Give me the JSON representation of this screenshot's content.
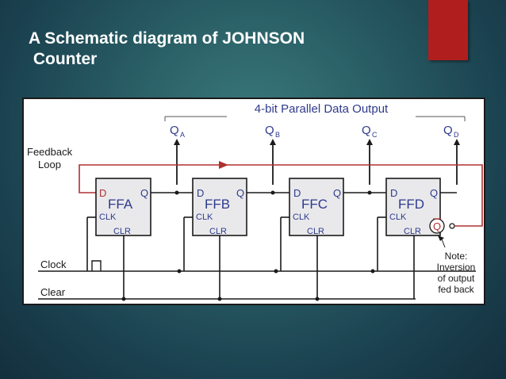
{
  "slide": {
    "title_line1": "A Schematic diagram of JOHNSON",
    "title_line2": " Counter",
    "accent_color": "#b01e1e"
  },
  "diagram": {
    "output_header": "4-bit Parallel Data Output",
    "outputs": [
      {
        "main": "Q",
        "sub": "A"
      },
      {
        "main": "Q",
        "sub": "B"
      },
      {
        "main": "Q",
        "sub": "C"
      },
      {
        "main": "Q",
        "sub": "D"
      }
    ],
    "feedback_label_1": "Feedback",
    "feedback_label_2": "Loop",
    "clock_label": "Clock",
    "clear_label": "Clear",
    "flipflops": [
      {
        "name": "FFA",
        "d": "D",
        "q": "Q",
        "clk": "CLK",
        "clr": "CLR"
      },
      {
        "name": "FFB",
        "d": "D",
        "q": "Q",
        "clk": "CLK",
        "clr": "CLR"
      },
      {
        "name": "FFC",
        "d": "D",
        "q": "Q",
        "clk": "CLK",
        "clr": "CLR"
      },
      {
        "name": "FFD",
        "d": "D",
        "q": "Q",
        "clk": "CLK",
        "clr": "CLR"
      }
    ],
    "qbar_label": "Q",
    "note_lines": [
      "Note:",
      "Inversion",
      "of output",
      "fed back"
    ],
    "colors": {
      "feedback_wire": "#b03030",
      "box_fill": "#e9e9ec",
      "name_text": "#2e3a8c",
      "pin_text": "#2e3a8c",
      "wire": "#1a1a1a"
    }
  }
}
